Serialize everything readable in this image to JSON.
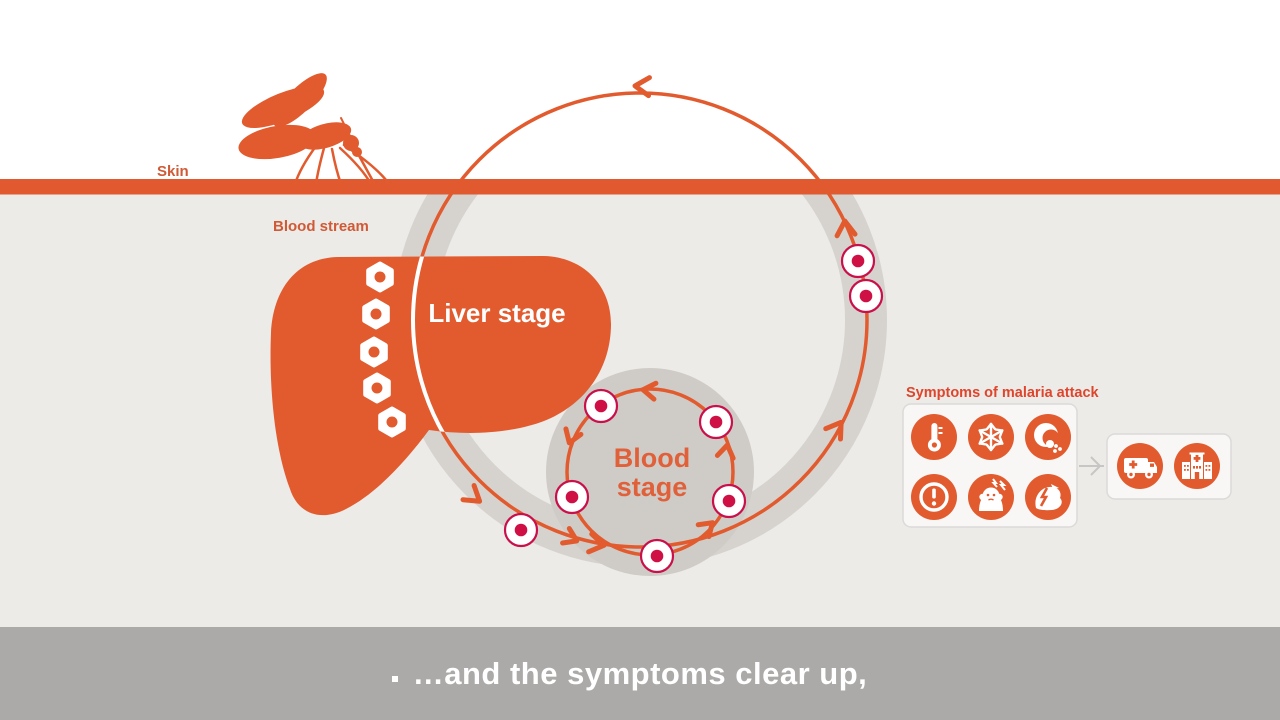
{
  "colors": {
    "orange": "#E25B2F",
    "skin_band": "#E0592F",
    "crimson": "#C9104A",
    "ring_gray": "#D6D3CF",
    "blob_gray": "#CFCCC8",
    "bg_below_skin": "#EDEBE8",
    "bg_above_skin": "#FFFFFF",
    "caption_bar": "#ABAAA8",
    "panel_bg": "#F8F7F5",
    "panel_border": "#DCDAD8",
    "label_color": "#D05A36",
    "panel_title_color": "#DE452B",
    "blood_stage_text": "#E0603A"
  },
  "labels": {
    "skin": "Skin",
    "blood_stream": "Blood stream",
    "liver_stage": "Liver stage",
    "blood_stage_line1": "Blood",
    "blood_stage_line2": "stage"
  },
  "symptoms_panel": {
    "title": "Symptoms of malaria attack",
    "icons": [
      "fever-thermometer-icon",
      "chills-snowflake-icon",
      "sweating-head-icon",
      "fatigue-exclamation-icon",
      "headache-person-icon",
      "muscle-pain-arm-icon"
    ]
  },
  "treatment_panel": {
    "icons": [
      "ambulance-icon",
      "hospital-icon"
    ]
  },
  "caption": {
    "text": "…and the symptoms clear up,"
  }
}
